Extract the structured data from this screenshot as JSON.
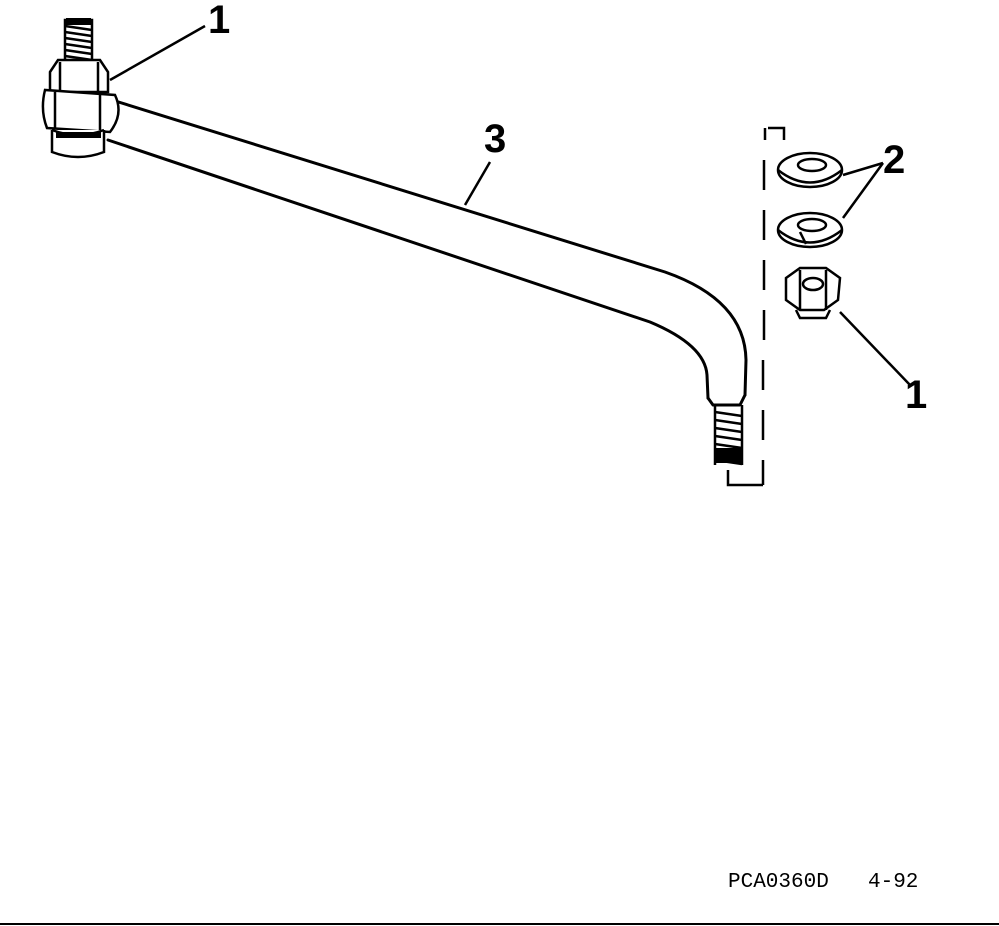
{
  "diagram": {
    "callouts": {
      "stud_nut_top": "1",
      "tie_rod": "3",
      "washers": "2",
      "nut_right": "1"
    },
    "footer": {
      "figure_code": "PCA0360D",
      "date_code": "4-92"
    }
  },
  "colors": {
    "ink": "#000000",
    "paper": "#ffffff"
  }
}
